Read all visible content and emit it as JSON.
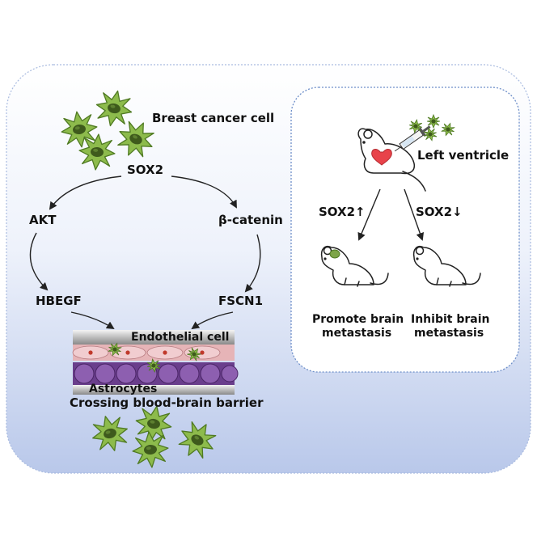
{
  "labels": {
    "breast_cancer_cell": "Breast cancer cell",
    "sox2": "SOX2",
    "akt": "AKT",
    "beta_catenin": "β-catenin",
    "hbegf": "HBEGF",
    "fscn1": "FSCN1",
    "endothelial_cell": "Endothelial cell",
    "astrocytes": "Astrocytes",
    "crossing_bbb": "Crossing blood-brain barrier",
    "left_ventricle": "Left ventricle",
    "sox2_up": "SOX2↑",
    "sox2_down": "SOX2↓",
    "promote_line1": "Promote brain",
    "promote_line2": "metastasis",
    "inhibit_line1": "Inhibit brain",
    "inhibit_line2": "metastasis"
  },
  "colors": {
    "panel_top": "#ffffff",
    "panel_bottom": "#b9c8ea",
    "cancer_cell_fill": "#8dbb4c",
    "cancer_cell_nucleus": "#3e5a1c",
    "endothelial": "#e6b4b7",
    "astrocyte": "#6a3e8c",
    "heart": "#e8434a",
    "brain_tumor": "#7da448"
  }
}
